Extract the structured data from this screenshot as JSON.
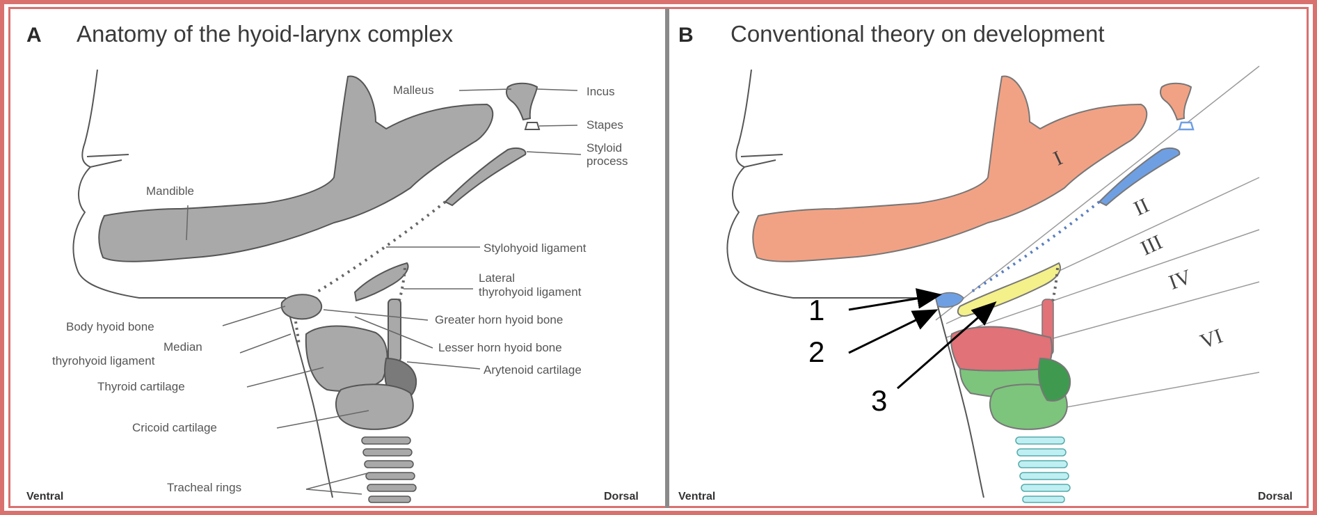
{
  "panel_a": {
    "letter": "A",
    "title": "Anatomy of the hyoid-larynx complex",
    "labels": {
      "malleus": "Malleus",
      "incus": "Incus",
      "stapes": "Stapes",
      "styloid_1": "Styloid",
      "styloid_2": "process",
      "mandible": "Mandible",
      "stylohyoid": "Stylohyoid ligament",
      "lateral_1": "Lateral",
      "lateral_2": "thyrohyoid ligament",
      "body_hyoid": "Body hyoid bone",
      "greater_horn": "Greater horn hyoid bone",
      "median_1": "Median",
      "median_2": "thyrohyoid ligament",
      "lesser_horn": "Lesser horn hyoid bone",
      "arytenoid": "Arytenoid cartilage",
      "thyroid": "Thyroid cartilage",
      "cricoid": "Cricoid cartilage",
      "tracheal": "Tracheal rings",
      "ventral": "Ventral",
      "dorsal": "Dorsal"
    }
  },
  "panel_b": {
    "letter": "B",
    "title": "Conventional theory on development",
    "arches": [
      "I",
      "II",
      "III",
      "IV",
      "VI"
    ],
    "callouts": [
      "1",
      "2",
      "3"
    ],
    "ventral": "Ventral",
    "dorsal": "Dorsal"
  },
  "colors": {
    "frame": "#d9716f",
    "gray_structure": "#a9a9a9",
    "arch_I": "#f2a284",
    "arch_II": "#6f9fe3",
    "arch_III": "#f4f08a",
    "arch_IV": "#e07278",
    "arch_VI": "#7dc47d",
    "trachea_b": "#bfeff2"
  }
}
